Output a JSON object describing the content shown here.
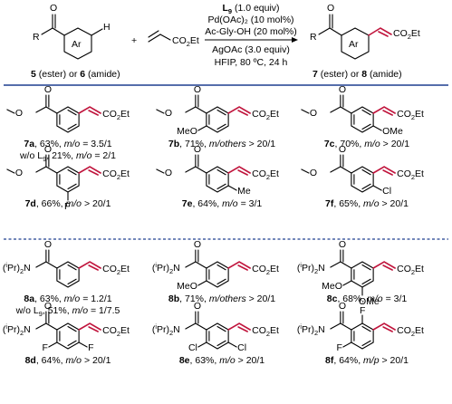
{
  "header": {
    "reactant_prefix": "R",
    "ar": "Ar",
    "h": "H",
    "plus": "+",
    "acrylate_ester": "CO",
    "acrylate_ester_sub": "2",
    "acrylate_ester_tail": "Et",
    "cond_line1_pre": "L",
    "cond_line1_sub": "9",
    "cond_line1_post": " (1.0 equiv)",
    "cond_line2": "Pd(OAc)₂ (10 mol%)",
    "cond_line3": "Ac-Gly-OH (20 mol%)",
    "cond_line4": "AgOAc (3.0 equiv)",
    "cond_line5": "HFIP, 80 ºC, 24 h",
    "sm_b5": "5",
    "sm_mid": " (ester) or ",
    "sm_b6": "6",
    "sm_end": " (amide)",
    "pr_b7": "7",
    "pr_mid": " (ester) or ",
    "pr_b8": "8",
    "pr_end": " (amide)"
  },
  "labels": {
    "ome": "MeO",
    "ome_r": "OMe",
    "me": "Me",
    "f": "F",
    "cl": "Cl",
    "o": "O",
    "ipr_pre": "(",
    "ipr_sup": "i",
    "ipr_post": "Pr)",
    "ipr_sub": "2",
    "ipr_n": "N",
    "co2et": "CO",
    "co2et_sub": "2",
    "co2et_tail": "Et"
  },
  "entries": [
    {
      "id": "7a",
      "yield": "63%",
      "ratio_label": "m/o",
      "ratio": "3.5/1",
      "extra_pre": "w/o L",
      "extra_sub": "9",
      "extra_mid": ", 21%, ",
      "extra_ratio_label": "m/o",
      "extra_ratio": "2/1"
    },
    {
      "id": "7b",
      "yield": "71%",
      "ratio_label": "m/others",
      "ratio": "> 20/1"
    },
    {
      "id": "7c",
      "yield": "70%",
      "ratio_label": "m/o",
      "ratio": "> 20/1"
    },
    {
      "id": "7d",
      "yield": "66%",
      "ratio_label": "m/o",
      "ratio": "> 20/1"
    },
    {
      "id": "7e",
      "yield": "64%",
      "ratio_label": "m/o",
      "ratio": "3/1"
    },
    {
      "id": "7f",
      "yield": "65%",
      "ratio_label": "m/o",
      "ratio": "> 20/1"
    },
    {
      "id": "8a",
      "yield": "63%",
      "ratio_label": "m/o",
      "ratio": "1.2/1",
      "extra_pre": "w/o L",
      "extra_sub": "9",
      "extra_mid": ", 51%, ",
      "extra_ratio_label": "m/o",
      "extra_ratio": "1/7.5"
    },
    {
      "id": "8b",
      "yield": "71%",
      "ratio_label": "m/others",
      "ratio": "> 20/1"
    },
    {
      "id": "8c",
      "yield": "68%",
      "ratio_label": "m/o",
      "ratio": "3/1"
    },
    {
      "id": "8d",
      "yield": "64%",
      "ratio_label": "m/o",
      "ratio": "> 20/1"
    },
    {
      "id": "8e",
      "yield": "63%",
      "ratio_label": "m/o",
      "ratio": "> 20/1"
    },
    {
      "id": "8f",
      "yield": "64%",
      "ratio_label": "m/p",
      "ratio": "> 20/1"
    }
  ],
  "colors": {
    "alkene": "#c0143c",
    "separator": "#1f3f8f",
    "text": "#000000"
  }
}
